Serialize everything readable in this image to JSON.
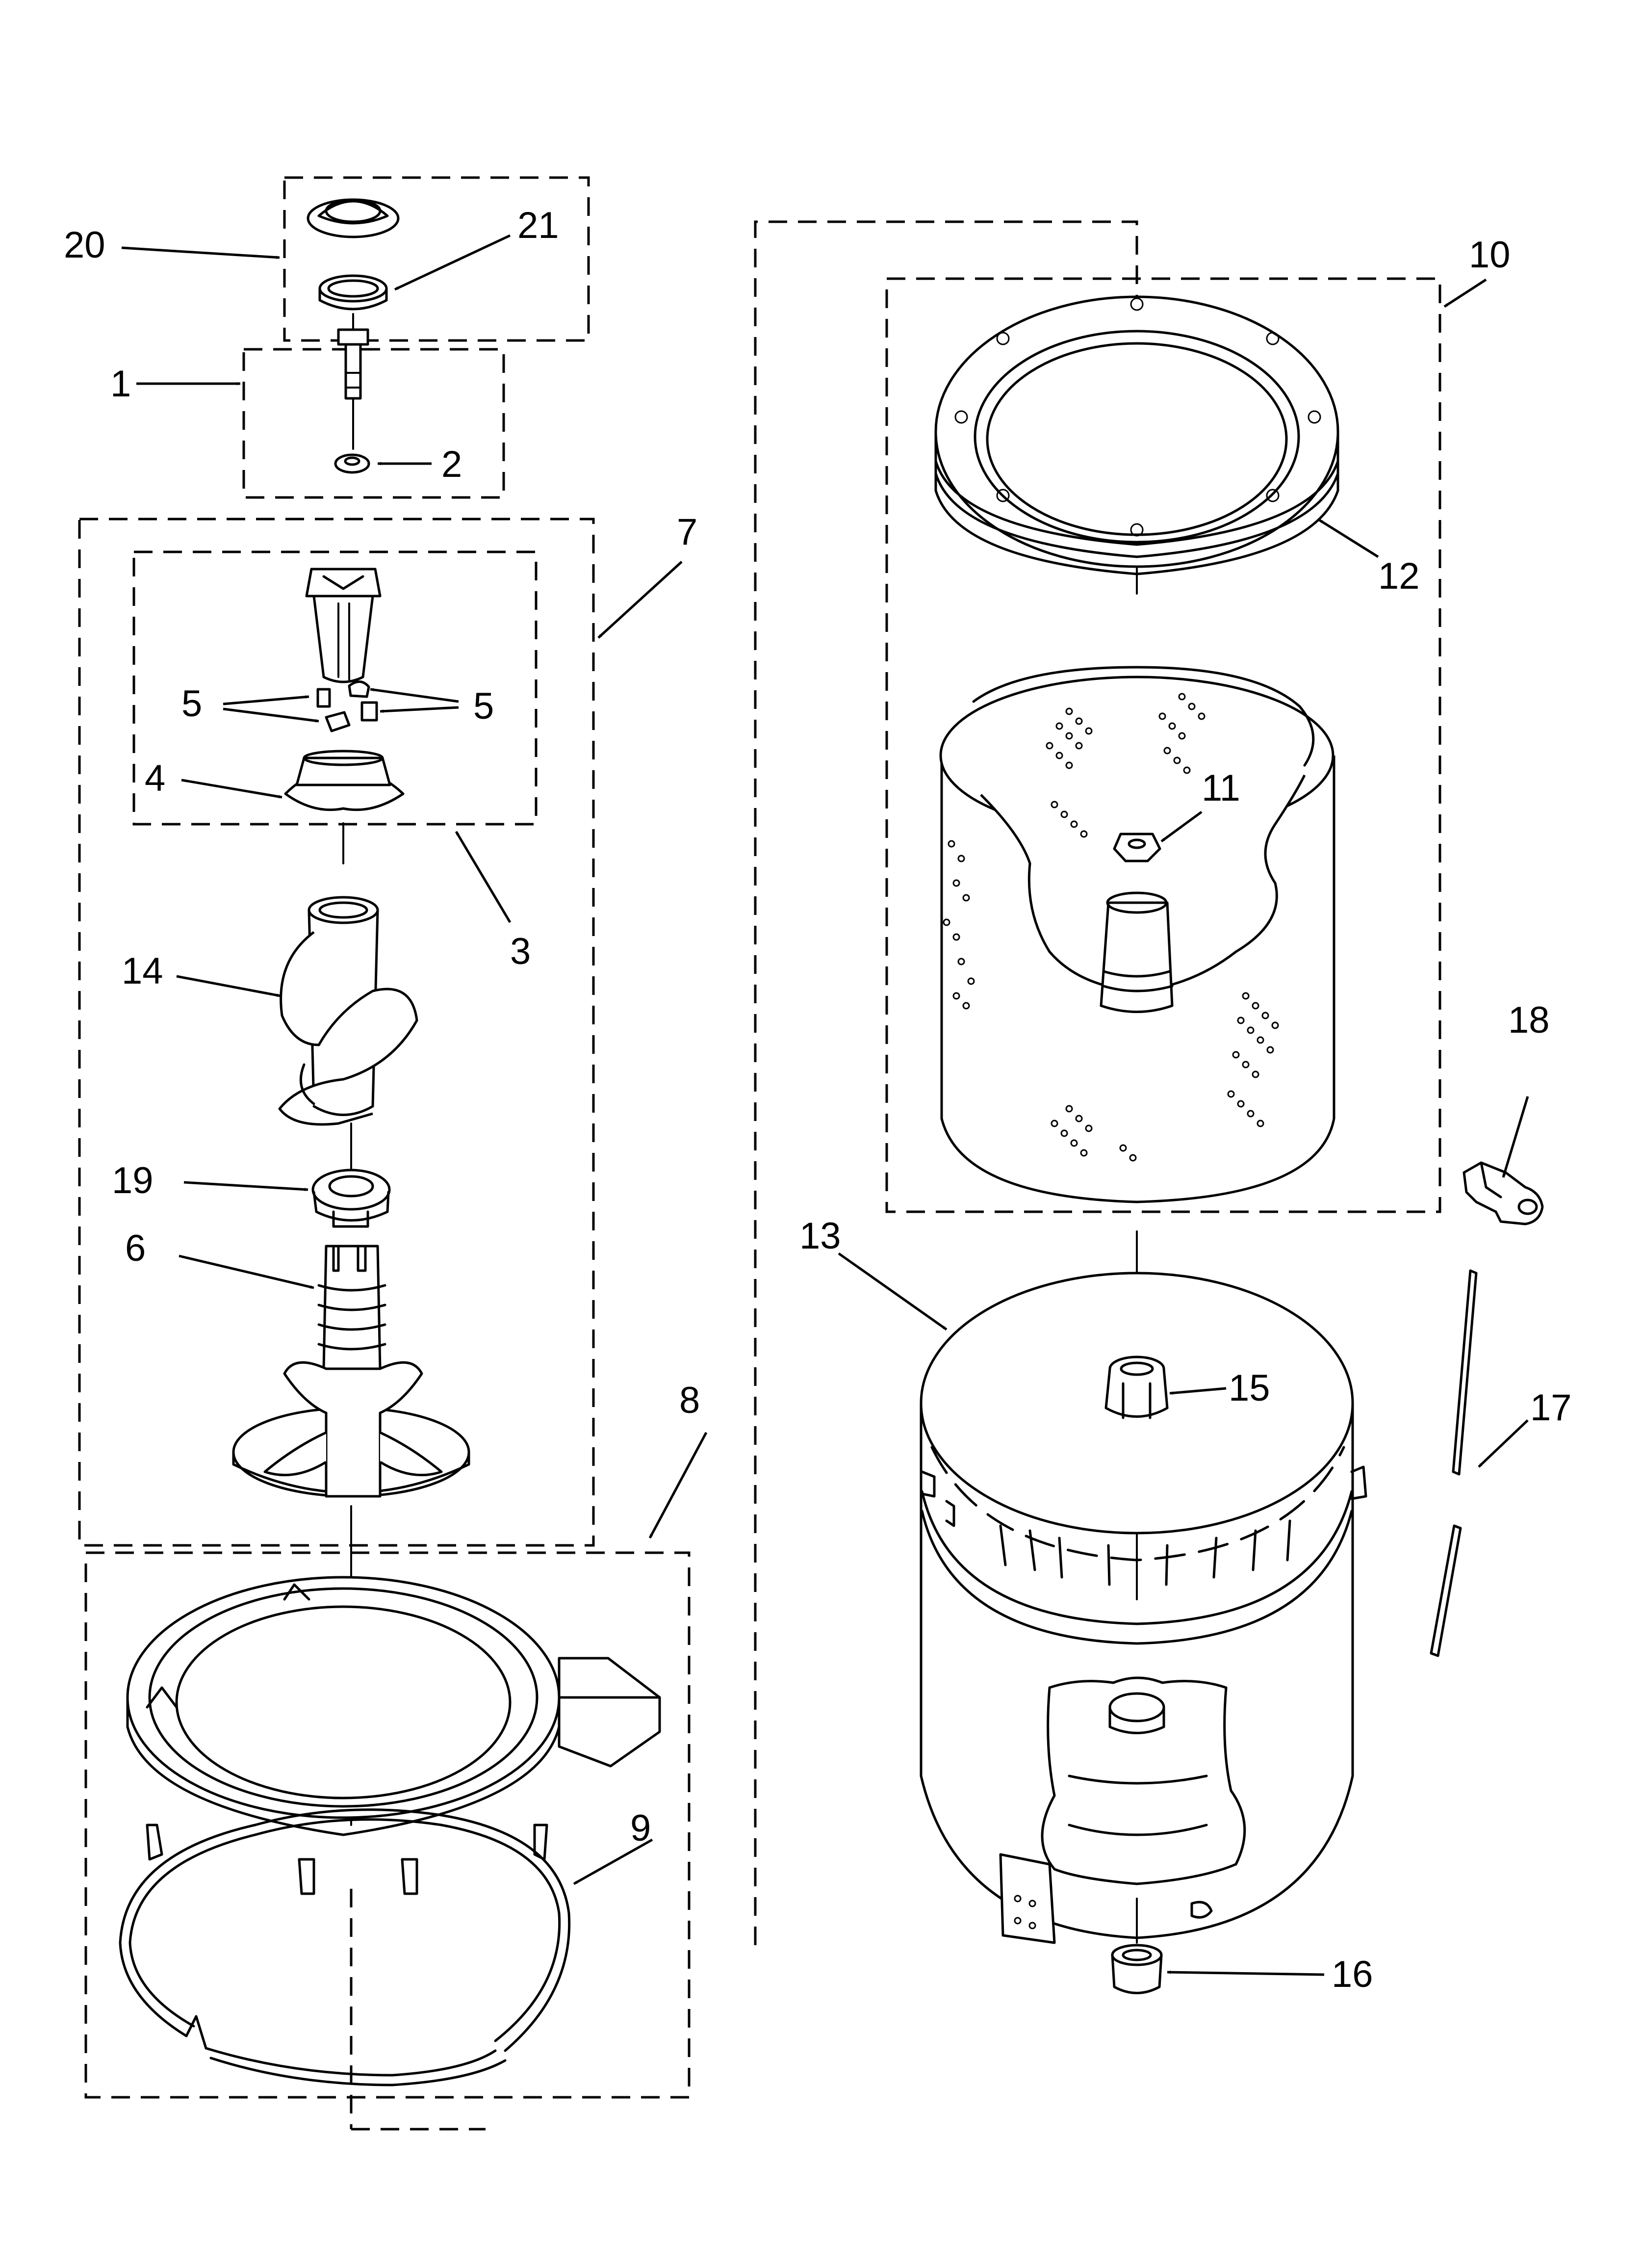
{
  "diagram": {
    "callouts": [
      {
        "id": "20",
        "text": "20"
      },
      {
        "id": "21",
        "text": "21"
      },
      {
        "id": "1",
        "text": "1"
      },
      {
        "id": "2",
        "text": "2"
      },
      {
        "id": "7",
        "text": "7"
      },
      {
        "id": "5a",
        "text": "5"
      },
      {
        "id": "5b",
        "text": "5"
      },
      {
        "id": "4",
        "text": "4"
      },
      {
        "id": "3",
        "text": "3"
      },
      {
        "id": "14",
        "text": "14"
      },
      {
        "id": "19",
        "text": "19"
      },
      {
        "id": "6",
        "text": "6"
      },
      {
        "id": "8",
        "text": "8"
      },
      {
        "id": "9",
        "text": "9"
      },
      {
        "id": "10",
        "text": "10"
      },
      {
        "id": "12",
        "text": "12"
      },
      {
        "id": "11",
        "text": "11"
      },
      {
        "id": "18",
        "text": "18"
      },
      {
        "id": "13",
        "text": "13"
      },
      {
        "id": "15",
        "text": "15"
      },
      {
        "id": "17",
        "text": "17"
      },
      {
        "id": "16",
        "text": "16"
      }
    ]
  }
}
